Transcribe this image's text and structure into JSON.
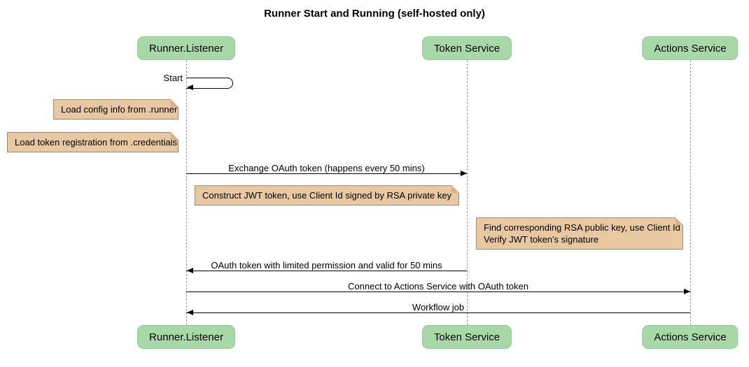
{
  "title": "Runner Start and Running (self-hosted only)",
  "participants": {
    "runner_listener": "Runner.Listener",
    "token_service": "Token Service",
    "actions_service": "Actions Service"
  },
  "messages": {
    "start": "Start",
    "exchange_oauth": "Exchange OAuth token (happens every 50 mins)",
    "oauth_return": "OAuth token with limited permission and valid for 50 mins",
    "connect": "Connect to Actions Service with OAuth token",
    "workflow_job": "Workflow job"
  },
  "notes": {
    "load_config": "Load config info from .runner",
    "load_token_registration": "Load token registration from .credentials",
    "construct_jwt": "Construct JWT token, use Client Id signed by RSA private key",
    "verify_jwt_line1": "Find corresponding RSA public key, use Client Id",
    "verify_jwt_line2": "Verify JWT token's signature"
  },
  "colors": {
    "participant_fill": "#a9d8a8",
    "participant_border": "#93c793",
    "note_fill": "#e8c8a2",
    "note_border": "#a58a6b",
    "note_fold": "#d6b288",
    "lifeline": "#999999",
    "arrow": "#000000"
  }
}
